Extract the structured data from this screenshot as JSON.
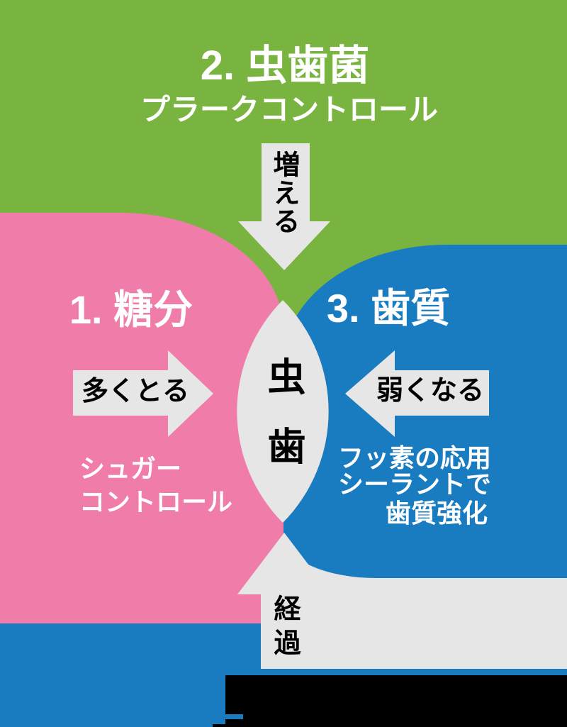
{
  "colors": {
    "green": "#7ab440",
    "pink": "#f07da9",
    "blue": "#197bc0",
    "gray": "#e6e6e6",
    "black": "#000000",
    "white": "#ffffff"
  },
  "sections": {
    "bacteria": {
      "title": "2. 虫歯菌",
      "subtitle": "プラークコントロール",
      "arrow_label": "増える",
      "arrow_direction": "down"
    },
    "sugar": {
      "title": "1. 糖分",
      "arrow_label": "多くとる",
      "arrow_direction": "right",
      "note_line1": "シュガー",
      "note_line2": "コントロール"
    },
    "tooth": {
      "title": "3. 歯質",
      "arrow_label": "弱くなる",
      "arrow_direction": "left",
      "note_line1": "フッ素の応用",
      "note_line2": "シーラントで",
      "note_line3": "歯質強化"
    },
    "center": {
      "label": "虫歯"
    },
    "time": {
      "arrow_label": "経過",
      "arrow_direction": "up"
    }
  }
}
